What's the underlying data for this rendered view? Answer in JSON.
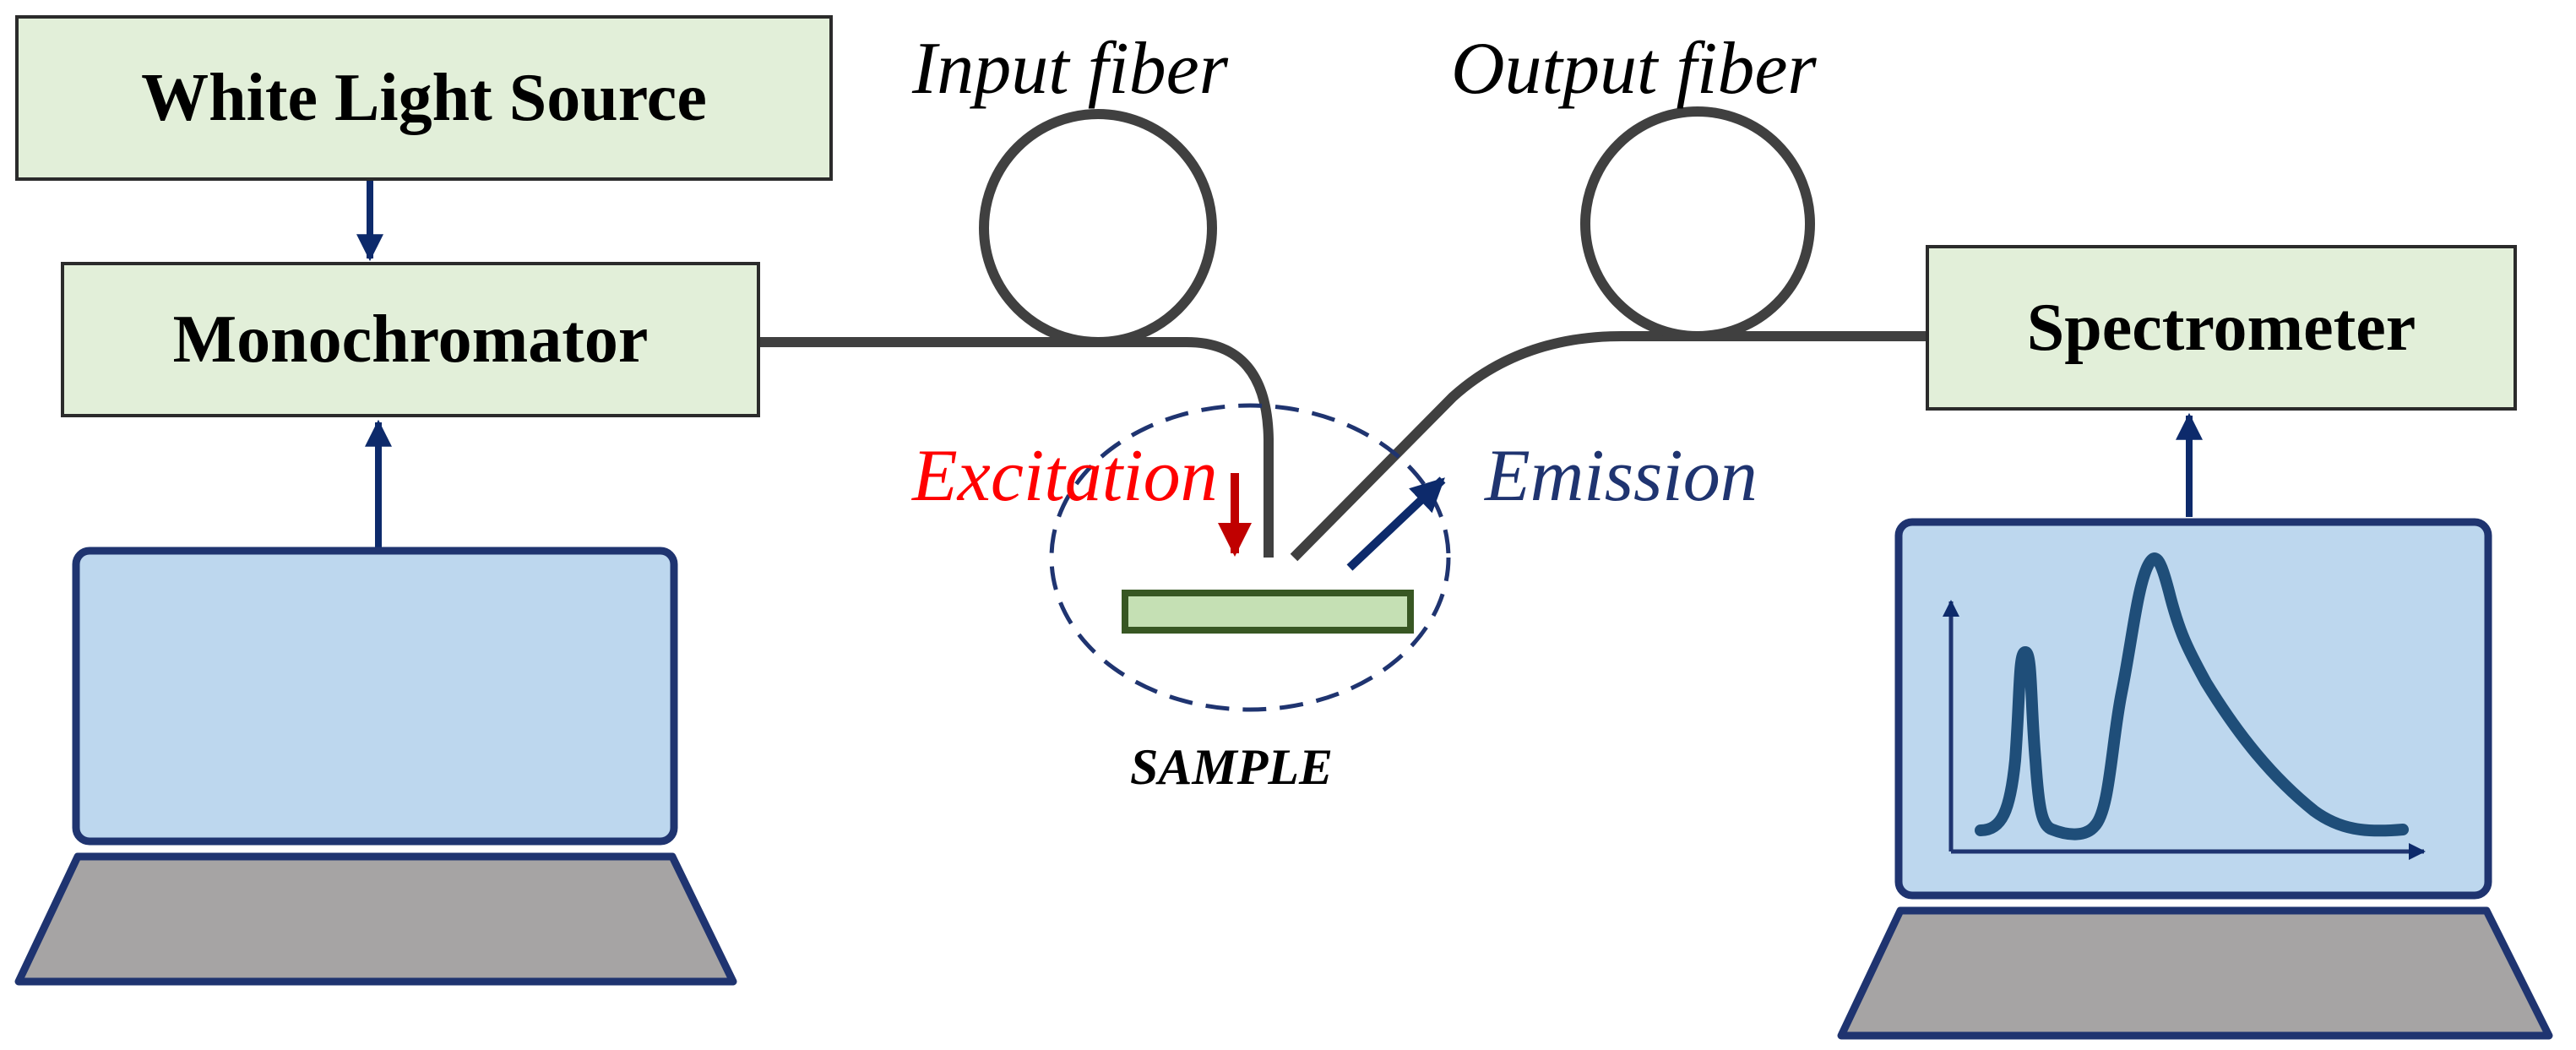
{
  "boxes": {
    "white_light_source": "White Light Source",
    "monochromator": "Monochromator",
    "spectrometer": "Spectrometer"
  },
  "labels": {
    "input_fiber": "Input fiber",
    "output_fiber": "Output fiber",
    "excitation": "Excitation",
    "emission": "Emission",
    "sample": "SAMPLE"
  },
  "colors": {
    "box_fill": "#e2efd9",
    "fiber": "#404040",
    "arrow_navy": "#0d2a6b",
    "laptop_screen": "#bdd7ee",
    "laptop_border": "#1f3470",
    "laptop_base": "#a6a4a4",
    "sample_fill": "#c5e0b4",
    "sample_border": "#385723",
    "excitation_red": "#ff0000",
    "emission_text": "#1f3470",
    "spectrum_line": "#1f4e79"
  }
}
